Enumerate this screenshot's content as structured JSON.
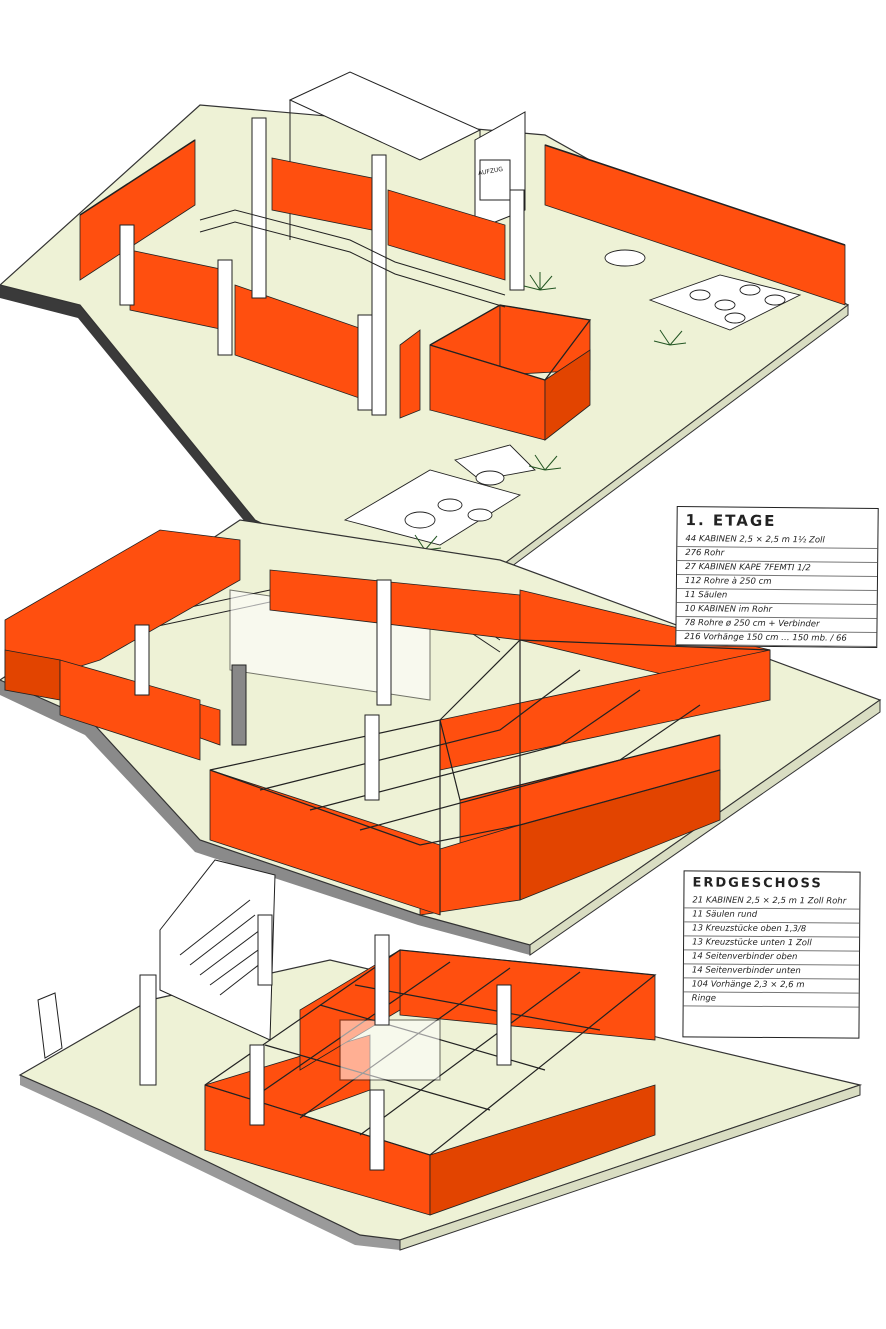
{
  "colors": {
    "floor": "#eef2d6",
    "floor_edge": "#444444",
    "drape": "#ff4f0f",
    "drape_dark": "#c83a00",
    "line": "#222222",
    "paper": "#ffffff"
  },
  "lift_sign": "AUFZUG",
  "notes": {
    "etage": {
      "title": "1. ETAGE",
      "lines": [
        "44 KABINEN 2,5 × 2,5 m  1½ Zoll",
        "276 Rohr",
        "27 KABINEN KAPE 7FEMTI 1/2",
        "112 Rohre à 250 cm",
        "11 Säulen",
        "10 KABINEN im Rohr",
        "78 Rohre ø 250 cm + Verbinder",
        "216 Vorhänge 150 cm … 150 mb. / 66"
      ]
    },
    "erdgeschoss": {
      "title": "ERDGESCHOSS",
      "lines": [
        "21 KABINEN 2,5 × 2,5 m  1 Zoll Rohr",
        "11 Säulen rund",
        "13 Kreuzstücke oben 1,3/8",
        "13 Kreuzstücke unten 1 Zoll",
        "14 Seitenverbinder oben",
        "14 Seitenverbinder unten",
        "104 Vorhänge 2,3 × 2,6 m",
        "Ringe"
      ]
    }
  }
}
